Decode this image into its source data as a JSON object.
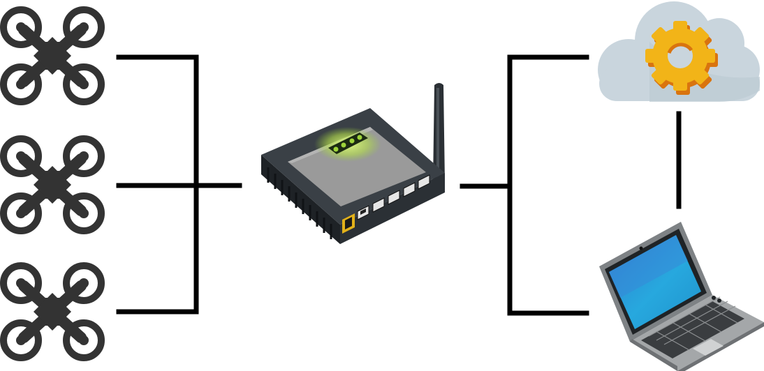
{
  "diagram": {
    "nodes": [
      {
        "id": "drone-1",
        "kind": "drone",
        "icon": "quadcopter-drone-icon"
      },
      {
        "id": "drone-2",
        "kind": "drone",
        "icon": "quadcopter-drone-icon"
      },
      {
        "id": "drone-3",
        "kind": "drone",
        "icon": "quadcopter-drone-icon"
      },
      {
        "id": "router",
        "kind": "router",
        "icon": "wifi-router-icon"
      },
      {
        "id": "cloud",
        "kind": "cloud-service",
        "icon": "cloud-gear-icon"
      },
      {
        "id": "laptop",
        "kind": "laptop",
        "icon": "laptop-icon"
      }
    ],
    "edges": [
      {
        "from": "drone-1",
        "to": "router"
      },
      {
        "from": "drone-2",
        "to": "router"
      },
      {
        "from": "drone-3",
        "to": "router"
      },
      {
        "from": "router",
        "to": "cloud"
      },
      {
        "from": "router",
        "to": "laptop"
      },
      {
        "from": "cloud",
        "to": "laptop"
      }
    ]
  },
  "colors": {
    "drone": "#333333",
    "connector": "#000000",
    "router_body": "#2b3035",
    "router_top": "#9a9a9a",
    "router_led": "#9ed43a",
    "router_port_highlight": "#e2b11a",
    "cloud": "#c9d5dd",
    "gear": "#f2b418",
    "gear_shadow": "#d9740f",
    "laptop_screen": "#2c9fd8",
    "laptop_body": "#8c8f91",
    "laptop_keys": "#3a3d40"
  }
}
